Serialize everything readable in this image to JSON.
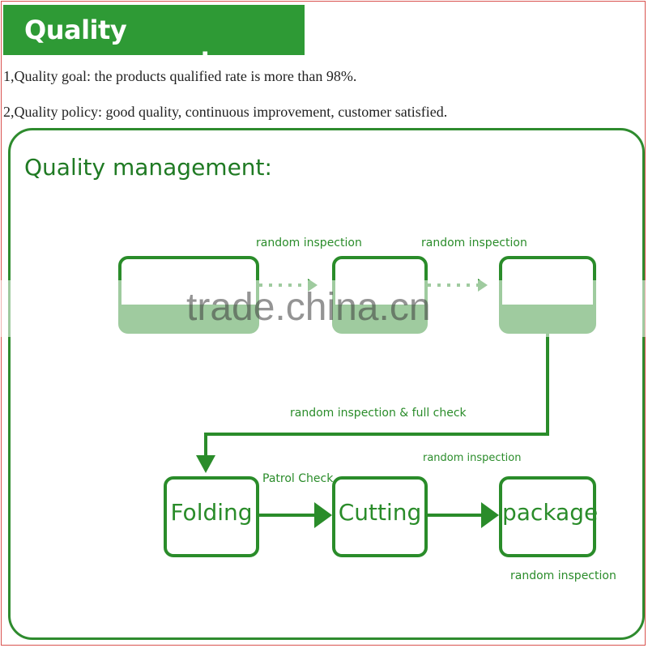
{
  "header": {
    "title": "Quality management:",
    "goal": "1,Quality goal: the products qualified rate is more than 98%.",
    "policy": "2,Quality policy: good quality, continuous improvement, customer satisfied."
  },
  "panel": {
    "title": "Quality management:"
  },
  "nodes": {
    "folding": "Folding",
    "cutting": "Cutting",
    "package": "package"
  },
  "edge_labels": {
    "top_1": "random inspection",
    "top_2": "random inspection",
    "return": "random inspection & full check",
    "patrol": "Patrol Check",
    "cut_to_pack": "random inspection",
    "package_below": "random inspection"
  },
  "watermark": "trade.china.cn",
  "colors": {
    "banner_green": "#2e9a35",
    "line_green": "#2a8c2a"
  }
}
